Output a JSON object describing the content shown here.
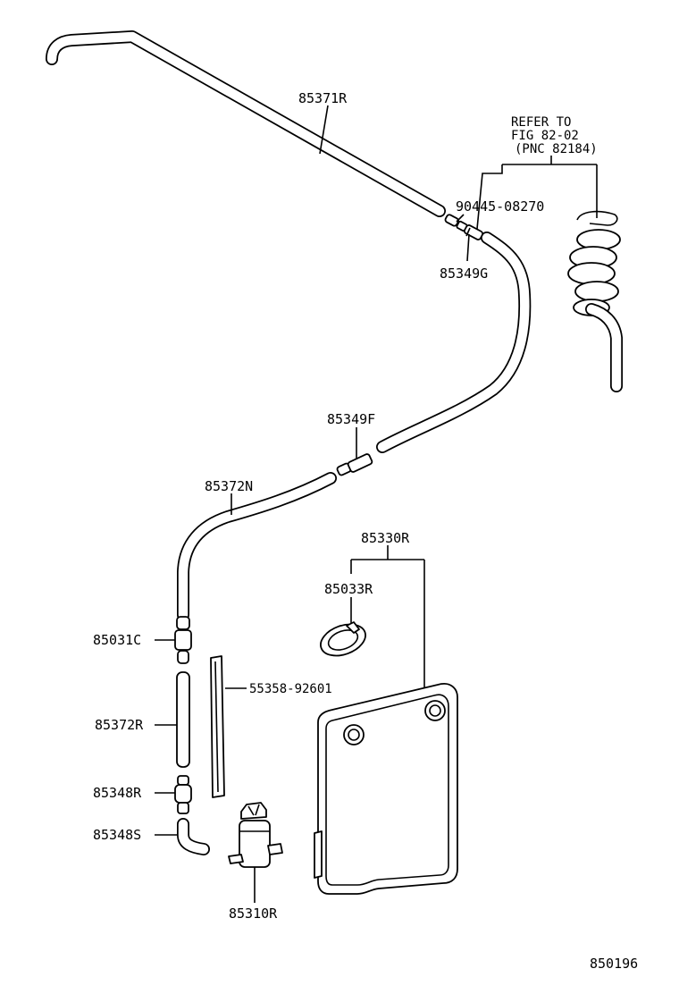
{
  "labels": {
    "hose_upper": "85371R",
    "refer_line1": "REFER TO",
    "refer_line2": "FIG 82-02",
    "refer_line3": "(PNC 82184)",
    "clamp_part": "90445-08270",
    "joint_g": "85349G",
    "joint_f": "85349F",
    "hose_mid": "85372N",
    "tank_assembly": "85330R",
    "cap": "85033R",
    "joint_c": "85031C",
    "grommet_strip": "55358-92601",
    "hose_lower": "85372R",
    "valve_r": "85348R",
    "elbow_s": "85348S",
    "pump": "85310R",
    "figure_number": "850196"
  }
}
